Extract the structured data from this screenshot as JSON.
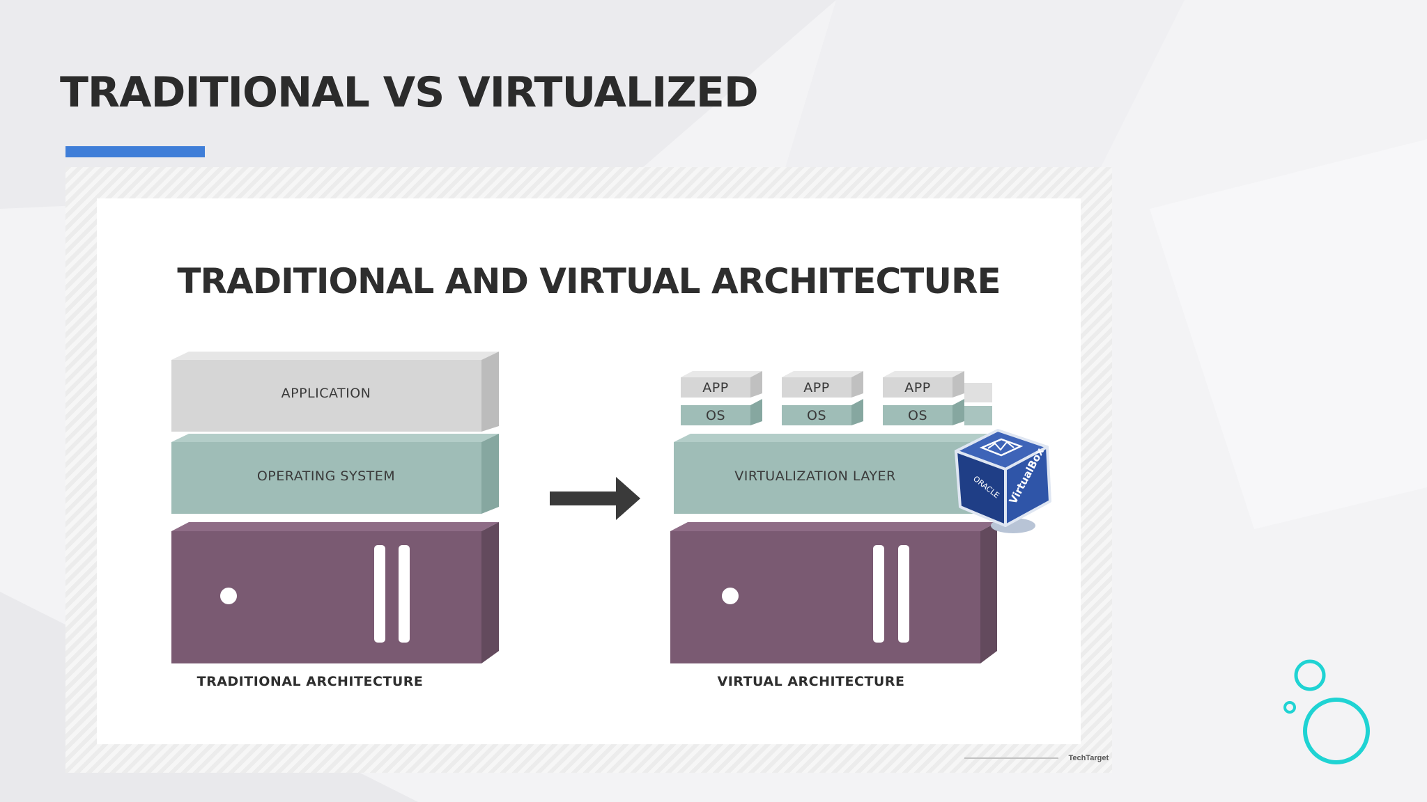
{
  "slide": {
    "title": "TRADITIONAL VS VIRTUALIZED",
    "accent_color": "#3f7ed8",
    "decoration_color": "#1fd3d3"
  },
  "diagram": {
    "title": "TRADITIONAL AND VIRTUAL ARCHITECTURE",
    "traditional": {
      "application_label": "APPLICATION",
      "os_label": "OPERATING SYSTEM",
      "caption": "TRADITIONAL ARCHITECTURE"
    },
    "virtual": {
      "vms": [
        {
          "app": "APP",
          "os": "OS"
        },
        {
          "app": "APP",
          "os": "OS"
        },
        {
          "app": "APP",
          "os": "OS"
        }
      ],
      "layer_label": "VIRTUALIZATION LAYER",
      "caption": "VIRTUAL ARCHITECTURE"
    },
    "logo": {
      "brand": "ORACLE",
      "product": "VirtualBox"
    },
    "credit": {
      "brand": "TechTarget"
    },
    "colors": {
      "application": "#d6d6d6",
      "operating_system": "#9fbdb7",
      "server": "#7a5a72",
      "arrow": "#3a3a3a"
    }
  }
}
